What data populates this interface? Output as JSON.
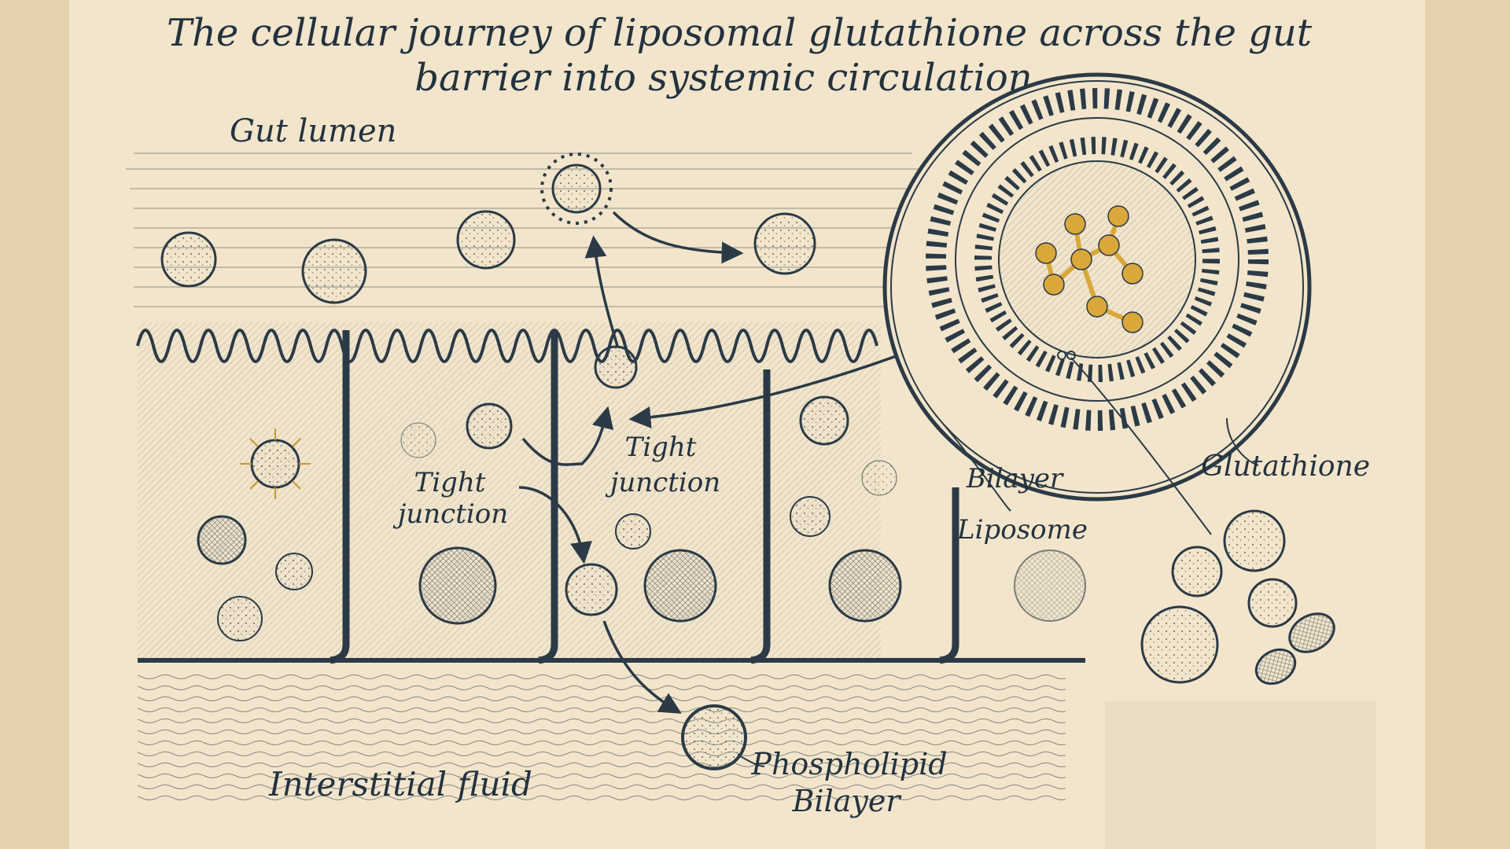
{
  "title": {
    "line1": "The cellular journey of liposomal glutathione across the gut",
    "line2": "barrier into systemic circulation"
  },
  "labels": {
    "gut_lumen": "Gut lumen",
    "tight_junction_left_1": "Tight",
    "tight_junction_left_2": "junction",
    "tight_junction_right_1": "Tight",
    "tight_junction_right_2": "junction",
    "bilayer_liposome_1": "Bilayer",
    "bilayer_liposome_2": "Liposome",
    "glutathione": "Glutathione",
    "interstitial_fluid": "Interstitial fluid",
    "phospholipid_bilayer_1": "Phospholipid",
    "phospholipid_bilayer_2": "Bilayer"
  },
  "colors": {
    "frame": "#e6d1ae",
    "paper": "#f2e5cb",
    "ink": "#2b3a46",
    "glutathione": "#d9a73a",
    "cell_shade": "#cfc2a8"
  }
}
